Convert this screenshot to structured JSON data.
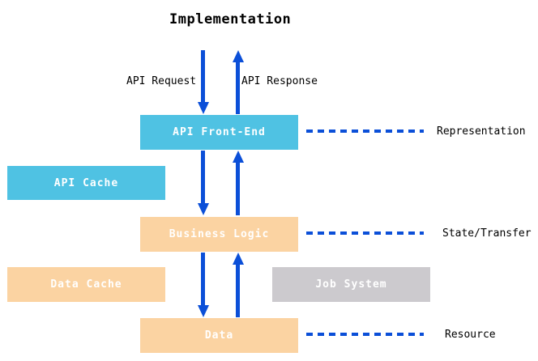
{
  "diagram": {
    "title": "Implementation",
    "flow_labels": {
      "request": "API Request",
      "response": "API Response"
    },
    "boxes": [
      {
        "label": "API Front-End",
        "color": "#4FC2E3"
      },
      {
        "label": "API Cache",
        "color": "#4FC2E3"
      },
      {
        "label": "Business Logic",
        "color": "#FBD3A2"
      },
      {
        "label": "Data Cache",
        "color": "#FBD3A2"
      },
      {
        "label": "Job System",
        "color": "#CCCACE"
      },
      {
        "label": "Data",
        "color": "#FBD3A2"
      }
    ],
    "layers": [
      {
        "label": "Representation"
      },
      {
        "label": "State/Transfer"
      },
      {
        "label": "Resource"
      }
    ],
    "colors": {
      "arrow_blue": "#0B4FD8",
      "cyan_box": "#4FC2E3",
      "orange_box": "#FBD3A2",
      "gray_box": "#CCCACE",
      "box_text": "#FFFFFF",
      "label_text": "#000000",
      "background": "#FFFFFF"
    }
  }
}
